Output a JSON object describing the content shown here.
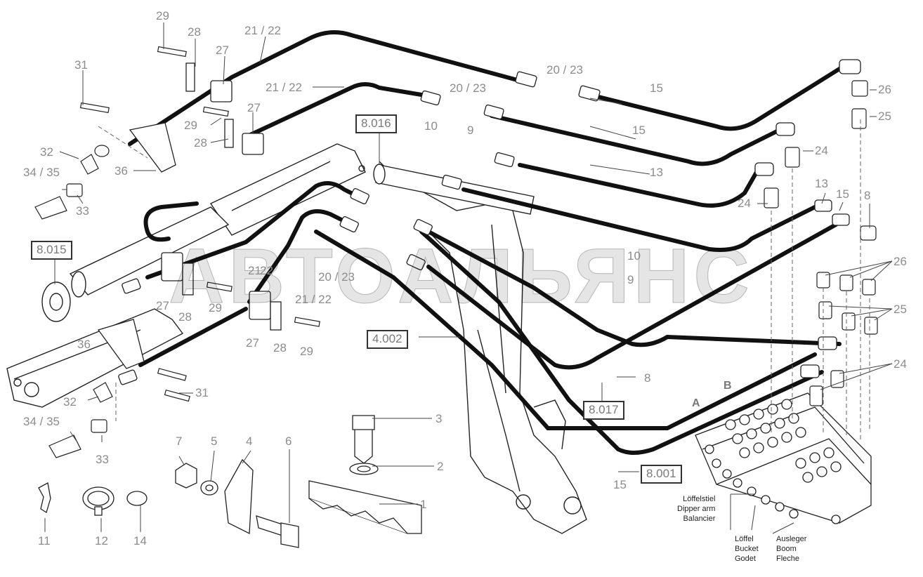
{
  "diagram": {
    "watermark": "АВТОАЛЬЯНС",
    "refs": {
      "r8016": "8.016",
      "r8015": "8.015",
      "r4002": "4.002",
      "r8017": "8.017",
      "r8001": "8.001"
    },
    "callouts": {
      "c29a": "29",
      "c28a": "28",
      "c2122a": "21 / 22",
      "c27a": "27",
      "c31a": "31",
      "c2122b": "21 / 22",
      "c27b": "27",
      "c29b": "29",
      "c28b": "28",
      "c32a": "32",
      "c3435a": "34 / 35",
      "c33a": "33",
      "c36a": "36",
      "c2023a": "20 / 23",
      "c2023b": "20 / 23",
      "c15a": "15",
      "c26a": "26",
      "c25a": "25",
      "c10a": "10",
      "c9a": "9",
      "c15b": "15",
      "c24a": "24",
      "c13a": "13",
      "c24b": "24",
      "c13b": "13",
      "c15c": "15",
      "c8a": "8",
      "c21": "21",
      "c22": "22",
      "c2023c": "20 / 23",
      "c10b": "10",
      "c9b": "9",
      "c27c": "27",
      "c29c": "29",
      "c28c": "28",
      "c2122c": "21 / 22",
      "c27d": "27",
      "c28d": "28",
      "c29d": "29",
      "c36b": "36",
      "c26b": "26",
      "c25b": "25",
      "c24c": "24",
      "c8b": "8",
      "c32b": "32",
      "c31b": "31",
      "c3435b": "34 / 35",
      "c33b": "33",
      "c3": "3",
      "c2": "2",
      "c1": "1",
      "c15d": "15",
      "c7": "7",
      "c5": "5",
      "c4": "4",
      "c6": "6",
      "c11": "11",
      "c12": "12",
      "c14": "14"
    },
    "letters": {
      "a": "A",
      "b": "B"
    },
    "legend": {
      "dipper": [
        "Löffelstiel",
        "Dipper arm",
        "Balancier"
      ],
      "bucket": [
        "Löffel",
        "Bucket",
        "Godet"
      ],
      "boom": [
        "Ausleger",
        "Boom",
        "Fleche"
      ]
    }
  }
}
